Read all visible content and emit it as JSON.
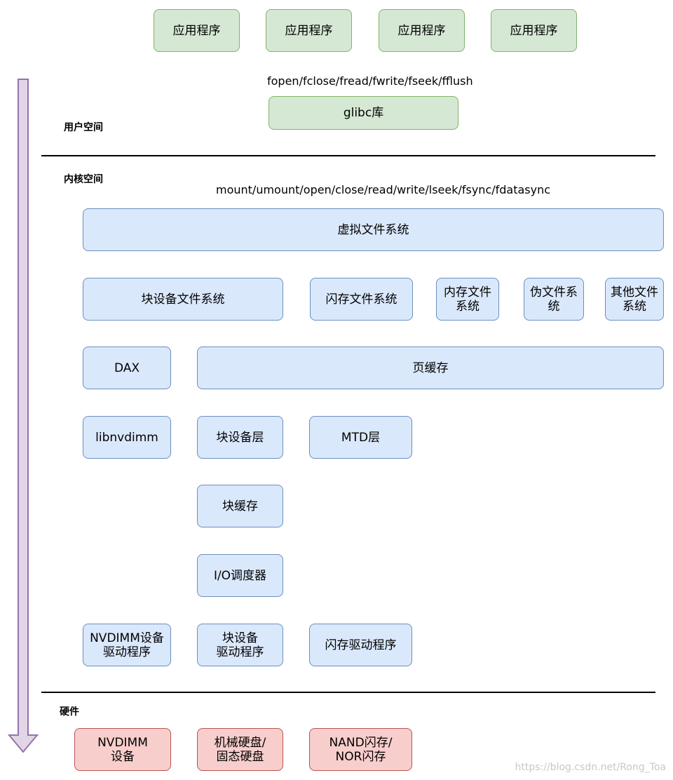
{
  "apps": [
    "应用程序",
    "应用程序",
    "应用程序",
    "应用程序"
  ],
  "user_calls": "fopen/fclose/fread/fwrite/fseek/fflush",
  "glibc": "glibc库",
  "zones": {
    "user": "用户空间",
    "kernel": "内核空间",
    "hardware": "硬件"
  },
  "kernel_calls": "mount/umount/open/close/read/write/lseek/fsync/fdatasync",
  "vfs": "虚拟文件系统",
  "filesystems": [
    "块设备文件系统",
    "闪存文件系统",
    "内存文件\n系统",
    "伪文件系\n统",
    "其他文件\n系统"
  ],
  "dax": "DAX",
  "page_cache": "页缓存",
  "libnvdimm": "libnvdimm",
  "block_layer": "块设备层",
  "mtd_layer": "MTD层",
  "block_cache": "块缓存",
  "io_scheduler": "I/O调度器",
  "drivers": [
    "NVDIMM设备\n驱动程序",
    "块设备\n驱动程序",
    "闪存驱动程序"
  ],
  "hardware": [
    "NVDIMM\n设备",
    "机械硬盘/\n固态硬盘",
    "NAND闪存/\nNOR闪存"
  ],
  "watermark": "https://blog.csdn.net/Rong_Toa",
  "colors": {
    "user_fill": "#d5e8d4",
    "user_stroke": "#82b366",
    "kernel_fill": "#dae8fc",
    "kernel_stroke": "#6c8ebf",
    "hardware_fill": "#f8cecc",
    "hardware_stroke": "#b85450",
    "arrow_fill": "#e1d5e7",
    "arrow_stroke": "#9673a6"
  }
}
